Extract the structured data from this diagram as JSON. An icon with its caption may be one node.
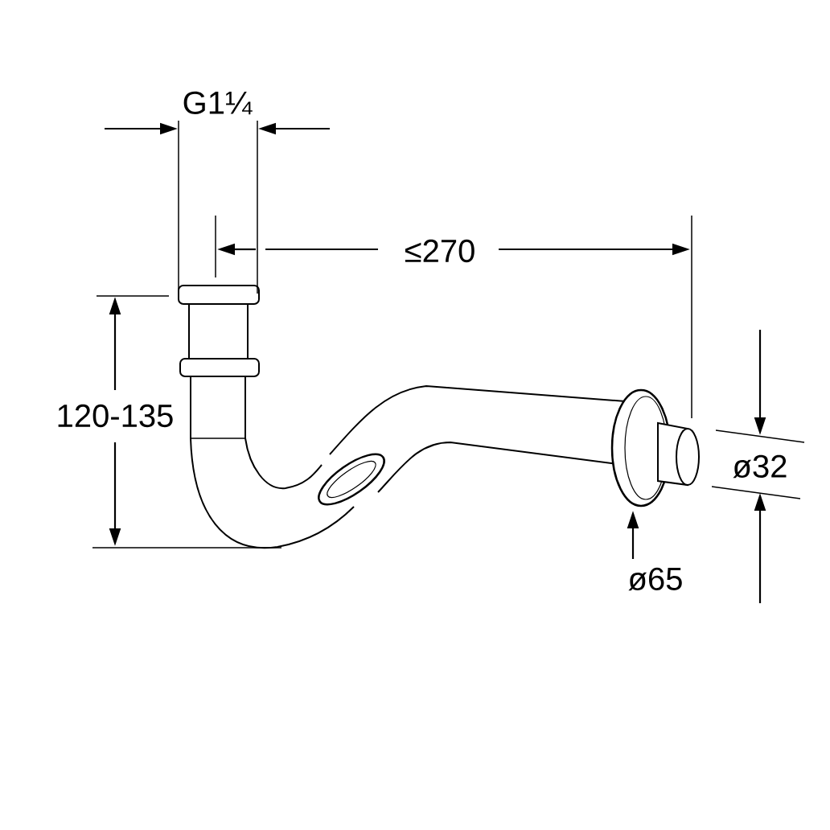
{
  "diagram": {
    "labels": [
      "G1¼",
      "≤270",
      "120-135",
      "ø32",
      "ø65"
    ]
  }
}
